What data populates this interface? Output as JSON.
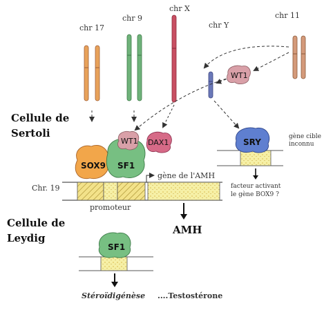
{
  "chromosomes": {
    "chr17": "chr 17",
    "chr9": "chr 9",
    "chrX": "chr X",
    "chrY": "chr Y",
    "chr11": "chr 11"
  },
  "cells": {
    "sertoli_line1": "Cellule de",
    "sertoli_line2": "Sertoli",
    "leydig_line1": "Cellule de",
    "leydig_line2": "Leydig"
  },
  "proteins": {
    "wt1_top": "WT1",
    "wt1_complex": "WT1",
    "dax1": "DAX1",
    "sox9": "SOX9",
    "sf1_complex": "SF1",
    "sry": "SRY",
    "sf1_leydig": "SF1"
  },
  "labels": {
    "chr19": "Chr. 19",
    "amh_gene": "gène de l'AMH",
    "promoter": "promoteur",
    "amh": "AMH",
    "target_gene_line1": "gène cible",
    "target_gene_line2": "inconnu",
    "factor_line1": "facteur activant",
    "factor_line2": "le gène BOX9 ?",
    "steroidogenesis": "Stéroïdigénèse",
    "testosterone": "....Testostérone"
  },
  "colors": {
    "chr17": "#e8a25a",
    "chr9": "#6fb27a",
    "chrX": "#c84f62",
    "chrY": "#6a78b8",
    "chr11": "#d49a7a",
    "wt1": "#d9a0a8",
    "dax1": "#d66a87",
    "sox9": "#f2a64a",
    "sf1": "#77bf82",
    "sry": "#5f7fd0",
    "promoter_fill": "#f6f0a6",
    "promoter_dots": "#d9b84a"
  }
}
